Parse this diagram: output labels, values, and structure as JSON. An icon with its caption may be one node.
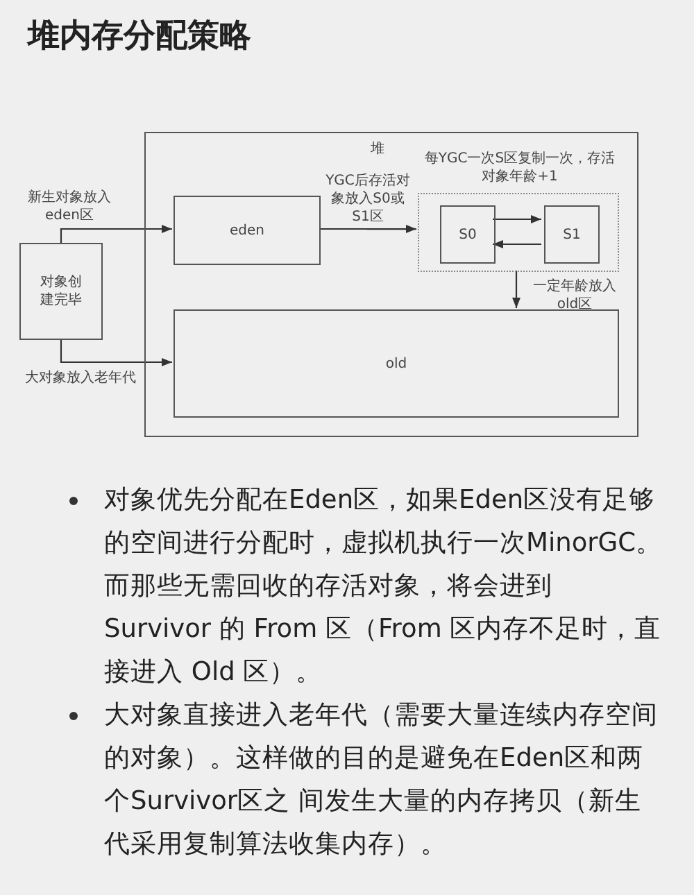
{
  "diagram": {
    "title": "堆内存分配策略",
    "nodes": [
      {
        "text": [
          "堆"
        ]
      },
      {
        "text": [
          "eden"
        ],
        "in": 0
      },
      {
        "text": [
          "每YGC一次S区复制一次，存活对象年龄+1"
        ],
        "in": 0
      },
      {
        "text": [
          "S0"
        ],
        "in": 2
      },
      {
        "text": [
          "S1"
        ],
        "in": 2
      },
      {
        "text": [
          "old"
        ],
        "in": 0
      },
      {
        "text": [
          "对象创建完毕"
        ]
      }
    ],
    "edges": [
      {
        "from": 6,
        "to": 1,
        "arrow": "to",
        "label": "新生对象放入eden区"
      },
      {
        "from": 6,
        "to": 5,
        "arrow": "to",
        "label": "大对象放入老年代"
      },
      {
        "from": 1,
        "to": 2,
        "arrow": "to",
        "label": "YGC后存活对象放入S0或S1区"
      },
      {
        "from": 3,
        "to": 4,
        "arrow": "to"
      },
      {
        "from": 4,
        "to": 3,
        "arrow": "to"
      },
      {
        "from": 2,
        "to": 5,
        "arrow": "to",
        "label": "一定年龄放入old区"
      }
    ],
    "labels": [
      "对象优先分配在Eden区，如果Eden区没有足够的空间进行分配时，虚拟机执行一次MinorGC。而那些无需回收的存活对象，将会进到 Survivor 的 From 区（From 区内存不足时，直接进入 Old 区）。",
      "大对象直接进入老年代（需要大量连续内存空间的对象）。这样做的目的是避免在Eden区和两个Survivor区之 间发生大量的内存拷贝（新生代采用复制算法收集内存）。"
    ]
  }
}
